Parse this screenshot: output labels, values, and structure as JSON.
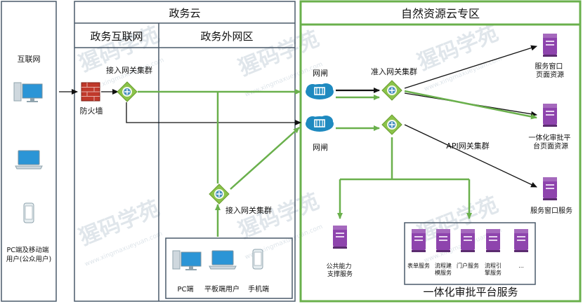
{
  "zones": {
    "internet": "互联网",
    "gov_cloud": "政务云",
    "gov_internet": "政务互联网",
    "gov_extranet": "政务外网区",
    "natural_resources": "自然资源云专区"
  },
  "users": {
    "group_label": "PC端及移动端\n用户(公众用户)",
    "extranet_pc": "PC端",
    "extranet_tablet": "平板端用户",
    "extranet_phone": "手机端"
  },
  "nodes": {
    "firewall": "防火墙",
    "access_gateway_top": "接入网关集群",
    "access_gateway_bottom": "接入网关集群",
    "gate_1": "网闸",
    "gate_2": "网闸",
    "admission_gateway": "准入网关集群",
    "api_gateway": "API网关集群",
    "service_window_page": "服务窗口\n页面资源",
    "approval_page": "一体化审批平\n台页面资源",
    "service_window_service": "服务窗口服务",
    "public_support": "公共能力\n支撑服务"
  },
  "platform": {
    "title": "一体化审批平台服务",
    "items": [
      "表单服务",
      "流程建\n模服务",
      "门户服务",
      "流程引\n擎服务",
      "..."
    ]
  },
  "watermark": {
    "brand": "猩码学苑",
    "url": "www.xingmaxueyuan.com"
  },
  "colors": {
    "green_line": "#6ab04c",
    "purple_server": "#8e44ad",
    "firewall_red": "#c0392b",
    "gate_blue": "#1f8ac0",
    "border_dark": "#4a5a6a"
  },
  "icons": {
    "computer": "desktop-computer-icon",
    "laptop": "laptop-icon",
    "phone": "mobile-phone-icon",
    "gateway": "router-gateway-icon",
    "gate": "cloud-gate-icon",
    "server": "server-icon",
    "firewall": "brick-wall-icon"
  }
}
